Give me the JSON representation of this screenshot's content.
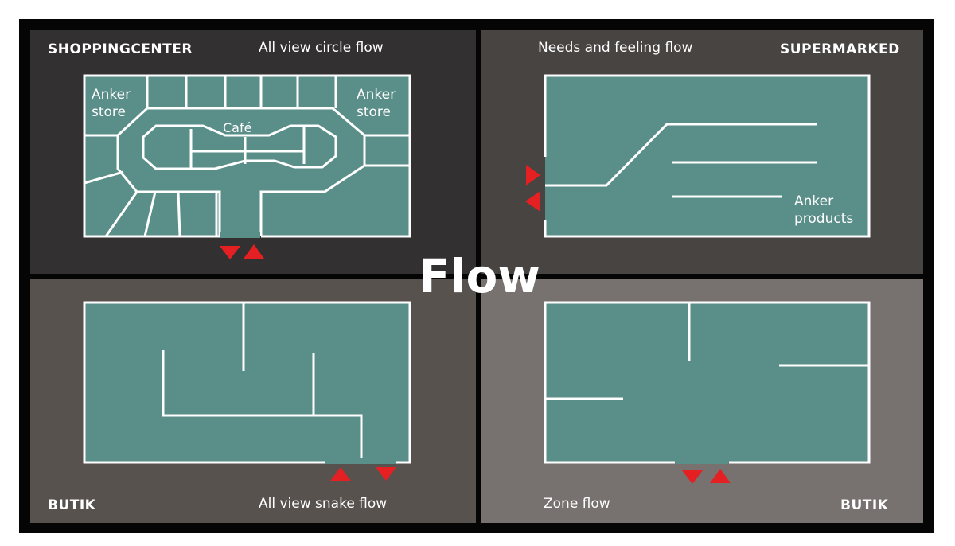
{
  "title": "Flow",
  "colors": {
    "floor": "#5a8e88",
    "wall": "#ffffff",
    "arrow": "#e42022",
    "panel_tl": "#323030",
    "panel_tr": "#474442",
    "panel_bl": "#58524f",
    "panel_br": "#777170"
  },
  "panels": {
    "top_left": {
      "type_label": "SHOPPINGCENTER",
      "flow_label": "All view circle flow",
      "anchor_left": [
        "Anker",
        "store"
      ],
      "anchor_right": [
        "Anker",
        "store"
      ],
      "cafe_label": "Café"
    },
    "top_right": {
      "type_label": "SUPERMARKED",
      "flow_label": "Needs and feeling flow",
      "products_label": [
        "Anker",
        "products"
      ]
    },
    "bottom_left": {
      "type_label": "BUTIK",
      "flow_label": "All view snake flow"
    },
    "bottom_right": {
      "type_label": "BUTIK",
      "flow_label": "Zone flow"
    }
  }
}
